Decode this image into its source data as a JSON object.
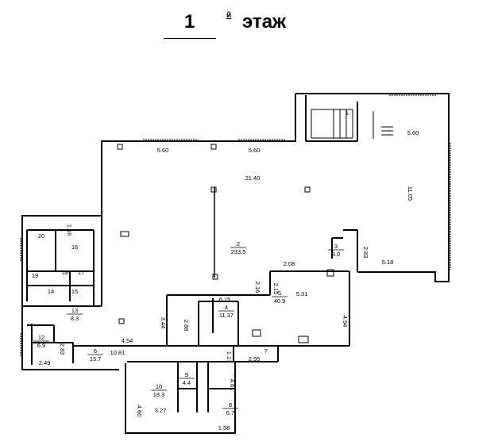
{
  "title": {
    "number": "1",
    "suffix": "й",
    "word": "этаж"
  },
  "rooms": [
    {
      "id": "r1",
      "number": "1",
      "area": ""
    },
    {
      "id": "r2",
      "number": "2",
      "area": "233.5"
    },
    {
      "id": "r3",
      "number": "3",
      "area": "3.0"
    },
    {
      "id": "r4",
      "number": "4",
      "area": "11.37"
    },
    {
      "id": "r5",
      "number": "5",
      "area": "40.9"
    },
    {
      "id": "r6",
      "number": "6",
      "area": "13.7"
    },
    {
      "id": "r7",
      "number": "7",
      "area": ""
    },
    {
      "id": "r8",
      "number": "8",
      "area": "6.7"
    },
    {
      "id": "r9",
      "number": "9",
      "area": "4.4"
    },
    {
      "id": "r10",
      "number": "10",
      "area": "18.3"
    },
    {
      "id": "r12",
      "number": "12",
      "area": "6.9"
    },
    {
      "id": "r13",
      "number": "13",
      "area": "8.3"
    },
    {
      "id": "r14",
      "number": "14",
      "area": ""
    },
    {
      "id": "r15",
      "number": "15",
      "area": ""
    },
    {
      "id": "r16",
      "number": "16",
      "area": ""
    },
    {
      "id": "r17",
      "number": "17",
      "area": ""
    },
    {
      "id": "r18",
      "number": "18",
      "area": ""
    },
    {
      "id": "r19",
      "number": "19",
      "area": ""
    },
    {
      "id": "r20",
      "number": "20",
      "area": ""
    }
  ],
  "dimensions": [
    "5.60",
    "5.60",
    "5.60",
    "21.40",
    "11.05",
    "5.18",
    "2.83",
    "2.08",
    "2.16",
    "2.15",
    "5.31",
    "6.15",
    "4.94",
    "2.88",
    "3.44",
    "4.54",
    "10.81",
    "2.83",
    "2.49",
    "1.16",
    "1.17",
    "2.95",
    "4.61",
    "4.60",
    "3.27",
    "1.58"
  ]
}
